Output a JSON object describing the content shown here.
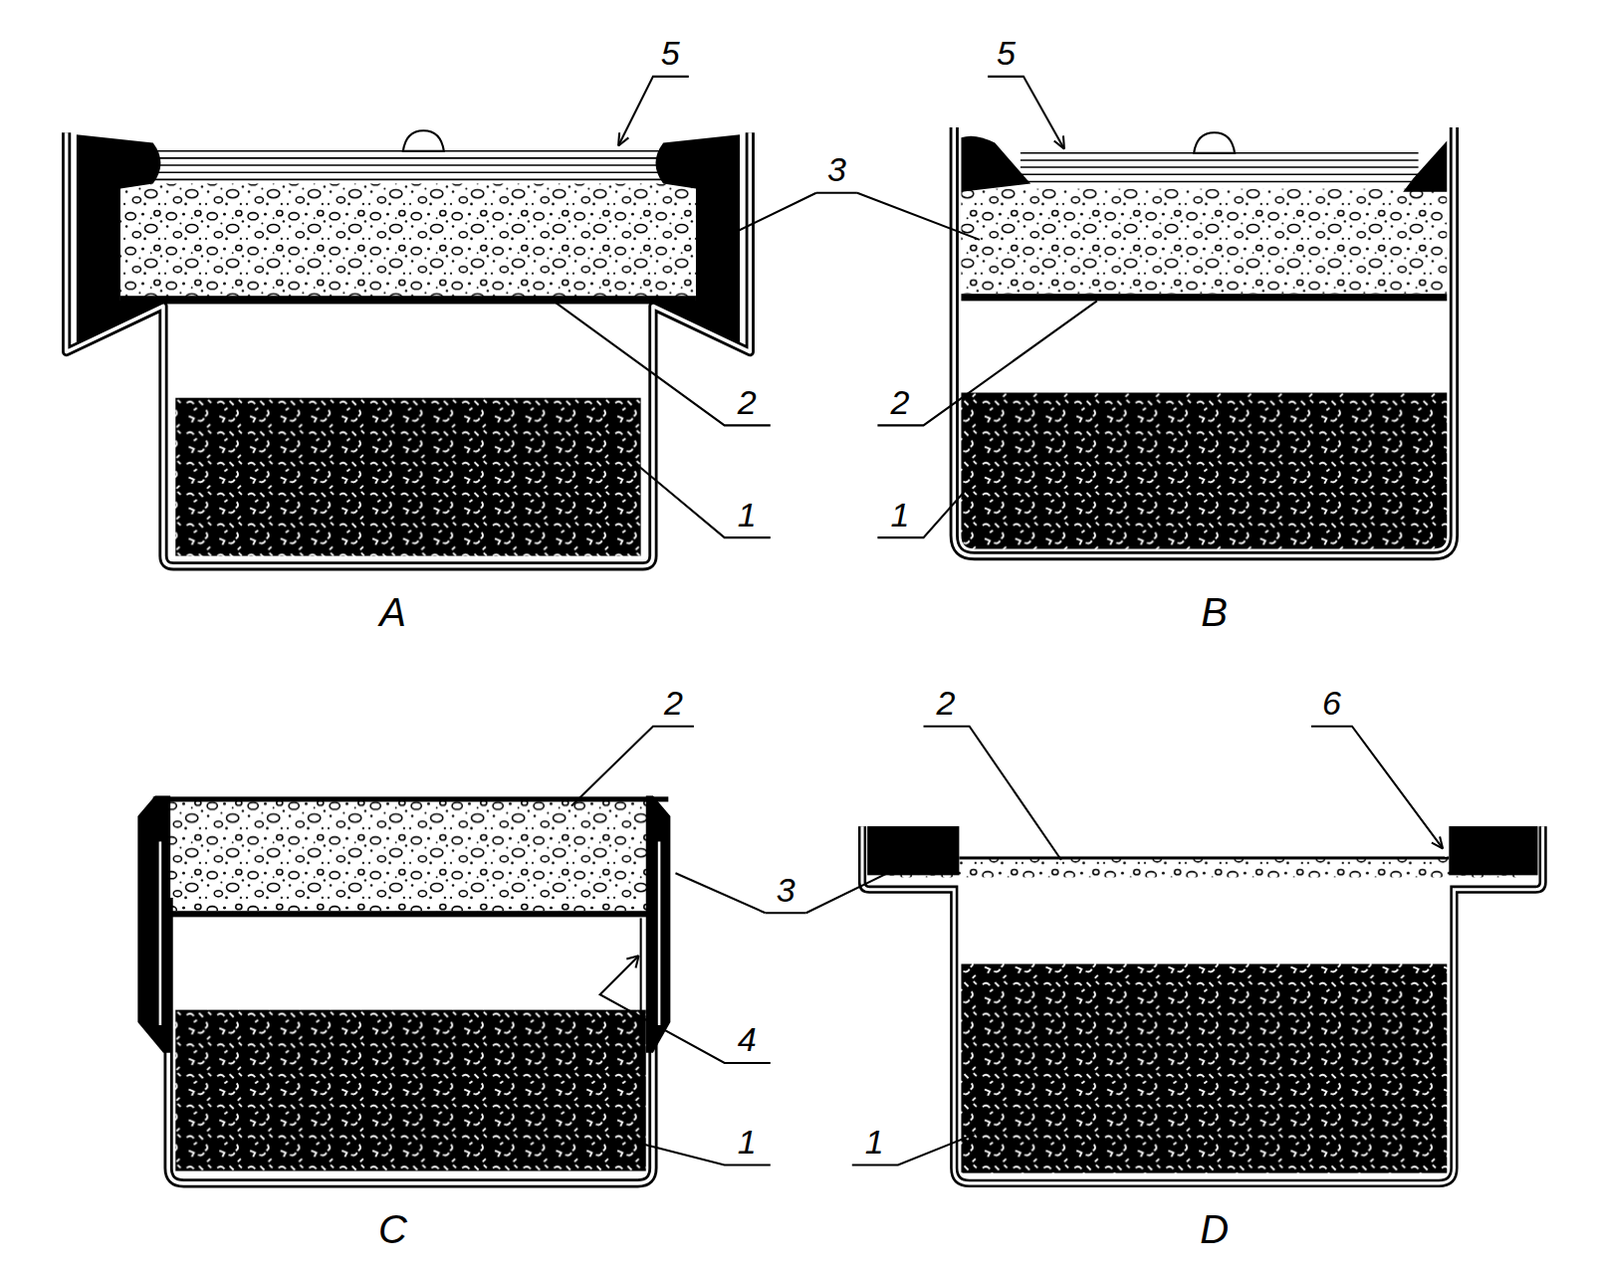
{
  "diagram": {
    "labels": [
      "5",
      "5",
      "3",
      "2",
      "2",
      "1",
      "1",
      "A",
      "B",
      "2",
      "2",
      "6",
      "3",
      "4",
      "1",
      "1",
      "C",
      "D"
    ]
  }
}
